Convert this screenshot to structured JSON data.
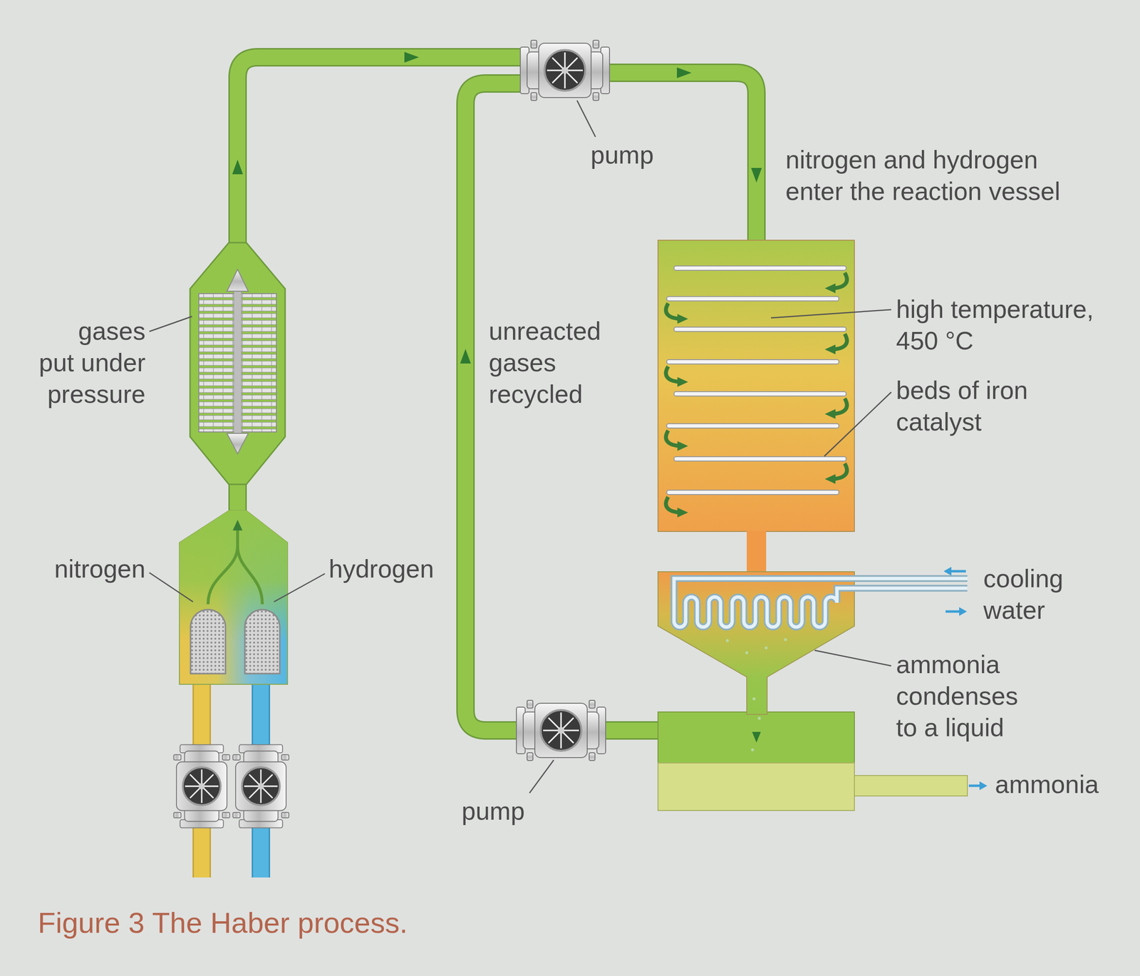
{
  "diagram": {
    "caption": "Figure 3 The Haber process.",
    "labels": [
      "pump",
      "nitrogen and hydrogen enter the reaction vessel",
      "gases put under pressure",
      "unreacted gases recycled",
      "high temperature, 450 °C",
      "beds of iron catalyst",
      "nitrogen",
      "hydrogen",
      "cooling water",
      "ammonia condenses to a liquid",
      "pump",
      "ammonia"
    ]
  }
}
